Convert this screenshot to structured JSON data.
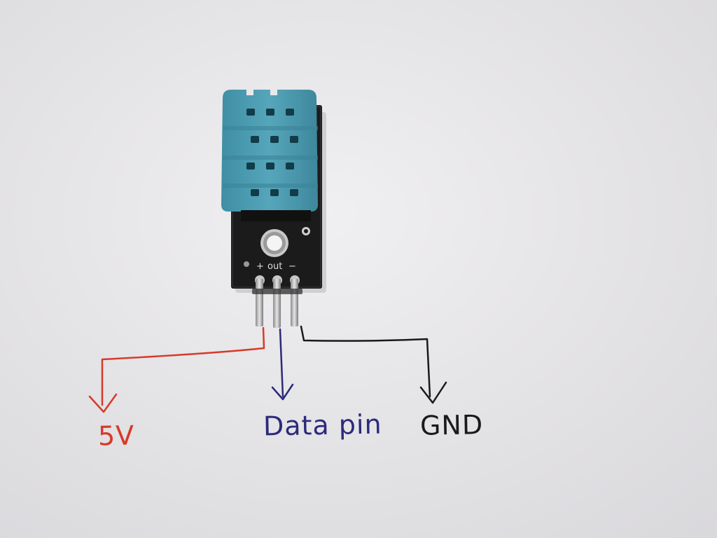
{
  "board": {
    "silkscreen_plus": "+",
    "silkscreen_out": "out",
    "silkscreen_minus": "−"
  },
  "annotations": {
    "vcc_label": "5V",
    "data_label": "Data pin",
    "gnd_label": "GND"
  },
  "colors": {
    "background": "#e9e8ea",
    "sensor_cap": "#4f9db3",
    "pcb": "#1b1b1c",
    "vcc_wire": "#d63a2a",
    "data_wire": "#2c2a7a",
    "gnd_wire": "#1a1a1a"
  }
}
